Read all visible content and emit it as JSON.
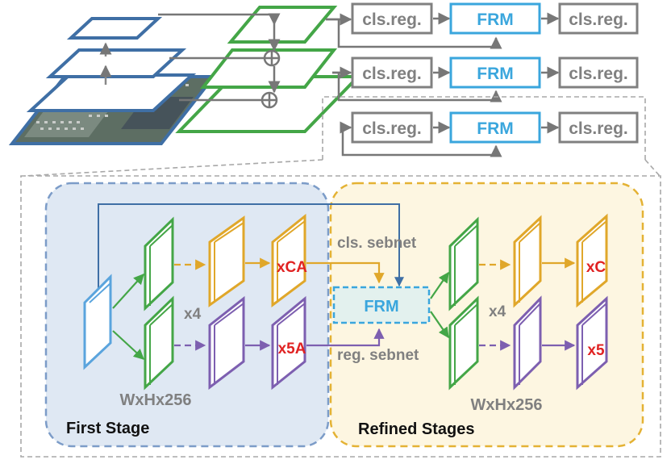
{
  "top": {
    "rows": [
      {
        "left_box": "cls.reg.",
        "mid_box": "FRM",
        "right_box": "cls.reg."
      },
      {
        "left_box": "cls.reg.",
        "mid_box": "FRM",
        "right_box": "cls.reg."
      },
      {
        "left_box": "cls.reg.",
        "mid_box": "FRM",
        "right_box": "cls.reg."
      }
    ]
  },
  "detail": {
    "first_stage": {
      "title": "First Stage",
      "dims": "WxHx256",
      "repeat": "x4",
      "cls_out": "xCA",
      "reg_out": "x5A"
    },
    "frm": {
      "label": "FRM",
      "cls_link": "cls. sebnet",
      "reg_link": "reg. sebnet"
    },
    "refined_stage": {
      "title": "Refined Stages",
      "dims": "WxHx256",
      "repeat": "x4",
      "cls_out": "xC",
      "reg_out": "x5"
    }
  },
  "colors": {
    "blue": "#3f6fa5",
    "green": "#44a647",
    "cyan": "#3aa6dd",
    "gray": "#808080",
    "orange": "#e0a72a",
    "purple": "#7d5fb0",
    "red": "#e02222",
    "first_bg": "#dfe8f3",
    "refined_bg": "#fdf6e1"
  }
}
